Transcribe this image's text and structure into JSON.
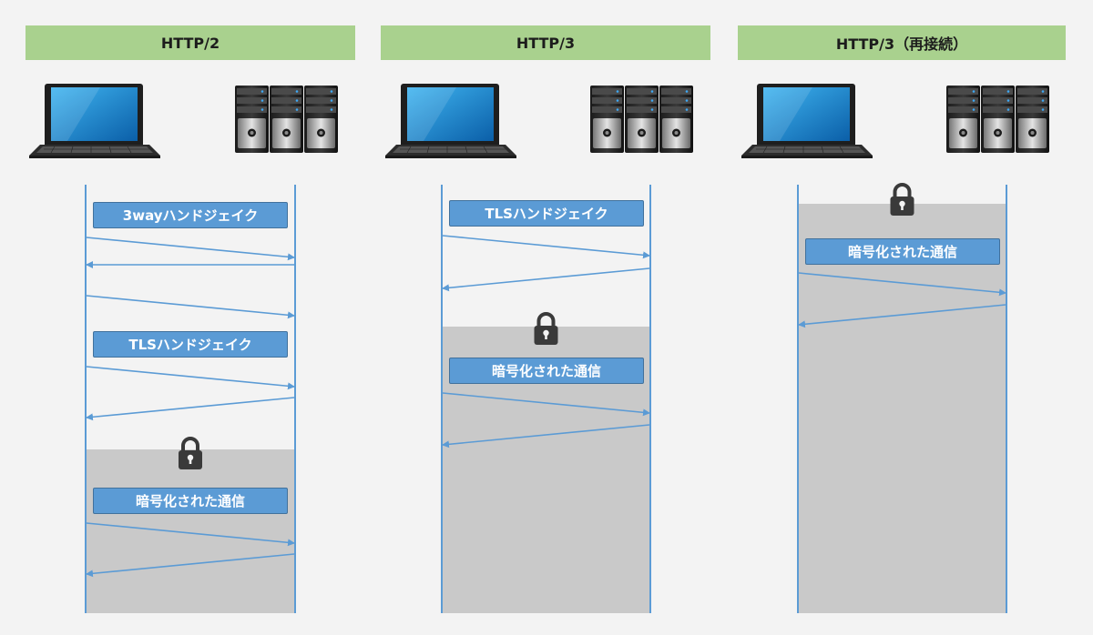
{
  "columns": [
    {
      "title": "HTTP/2",
      "secure_from_step": 2,
      "steps": [
        {
          "label": "3wayハンドジェイク",
          "arrows": [
            "right",
            "left",
            "right"
          ]
        },
        {
          "label": "TLSハンドジェイク",
          "arrows": [
            "right",
            "left"
          ]
        },
        {
          "label": "暗号化された通信",
          "arrows": [
            "right",
            "left"
          ]
        }
      ]
    },
    {
      "title": "HTTP/3",
      "secure_from_step": 1,
      "steps": [
        {
          "label": "TLSハンドジェイク",
          "arrows": [
            "right",
            "left"
          ]
        },
        {
          "label": "暗号化された通信",
          "arrows": [
            "right",
            "left"
          ]
        }
      ]
    },
    {
      "title": "HTTP/3（再接続）",
      "secure_from_step": 0,
      "steps": [
        {
          "label": "暗号化された通信",
          "arrows": [
            "right",
            "left"
          ]
        }
      ]
    }
  ],
  "icons": {
    "client": "laptop-icon",
    "server": "server-rack-icon",
    "secure": "padlock-icon"
  },
  "colors": {
    "header_fill": "#a9d18e",
    "label_fill": "#5b9bd5",
    "line": "#5b9bd5",
    "secure_zone": "#c9c9c9",
    "lock": "#3a3a3a"
  }
}
